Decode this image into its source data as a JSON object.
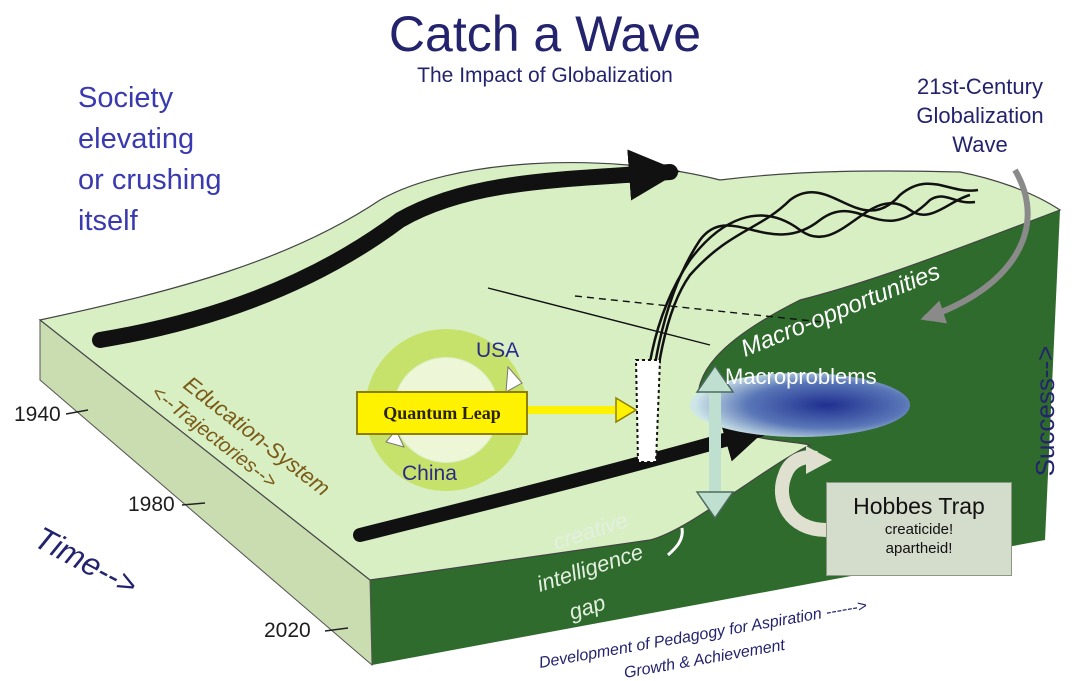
{
  "title": "Catch a Wave",
  "subtitle": "The Impact of Globalization",
  "society_lines": [
    "Society",
    "elevating",
    "or crushing",
    "itself"
  ],
  "wave_label_lines": [
    "21st-Century",
    "Globalization",
    "Wave"
  ],
  "time_label": "Time-->",
  "years": [
    "1940",
    "1980",
    "2020"
  ],
  "success_label": "Success-->",
  "education_lines": [
    "Education-System",
    "<--Trajectories-->"
  ],
  "cycle": {
    "top": "USA",
    "bottom": "China"
  },
  "quantum_leap": "Quantum Leap",
  "macro_opportunities": "Macro-opportunities",
  "macroproblems": "Macroproblems",
  "hobbes": {
    "title": "Hobbes Trap",
    "line1": "creaticide!",
    "line2": "apartheid!"
  },
  "gap_lines": [
    "creative",
    "intelligence",
    "gap"
  ],
  "pedagogy_lines": [
    "Development of Pedagogy for Aspiration ------>",
    "Growth & Achievement"
  ],
  "colors": {
    "top_surface": "#d8efc4",
    "front_face": "#2f6b2c",
    "title_text": "#23236e",
    "society_text": "#3a3ab0",
    "education_text": "#7a5a16",
    "quantum_leap_fill": "#fff200",
    "hobbes_fill": "#d4dccc",
    "cycle_ring": "#c6e26a",
    "double_arrow": "#bfe0d0"
  }
}
